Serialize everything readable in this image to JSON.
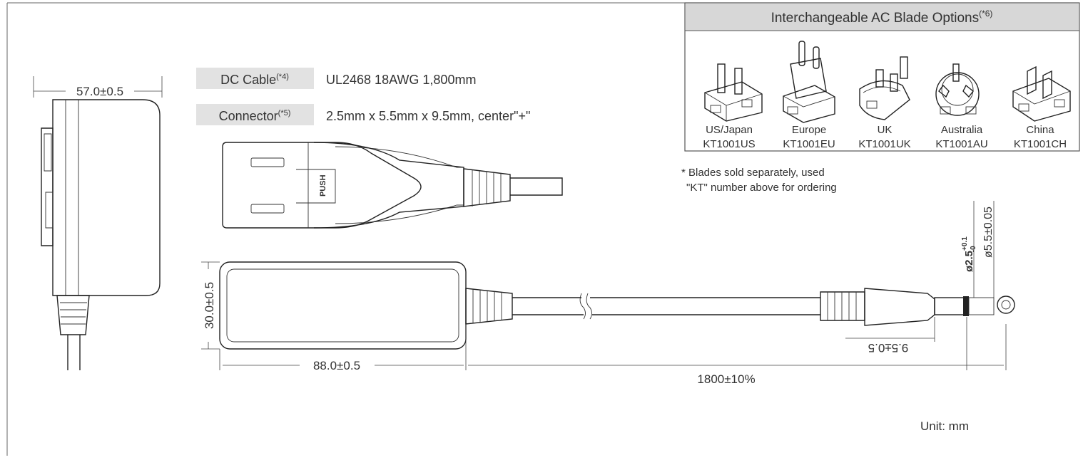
{
  "specs": {
    "dc_cable": {
      "label": "DC Cable",
      "note": "(*4)",
      "value": "UL2468 18AWG 1,800mm"
    },
    "connector": {
      "label": "Connector",
      "note": "(*5)",
      "value": "2.5mm x 5.5mm x 9.5mm, center\"+\""
    }
  },
  "blades": {
    "title": "Interchangeable AC Blade Options",
    "title_note": "(*6)",
    "items": [
      {
        "region": "US/Japan",
        "part": "KT1001US"
      },
      {
        "region": "Europe",
        "part": "KT1001EU"
      },
      {
        "region": "UK",
        "part": "KT1001UK"
      },
      {
        "region": "Australia",
        "part": "KT1001AU"
      },
      {
        "region": "China",
        "part": "KT1001CH"
      }
    ],
    "note_line1": "* Blades sold separately, used",
    "note_line2": "\"KT\" number above for ordering"
  },
  "dimensions": {
    "side_width": "57.0±0.5",
    "body_height": "30.0±0.5",
    "body_length": "88.0±0.5",
    "cable_length": "1800±10%",
    "plug_length": "9.5±0.5",
    "inner_dia": "ø2.5",
    "inner_tol_plus": "+0.1",
    "inner_tol_minus": "-0",
    "outer_dia": "ø5.5±0.05"
  },
  "adapter_label": "PUSH",
  "unit": "Unit: mm"
}
